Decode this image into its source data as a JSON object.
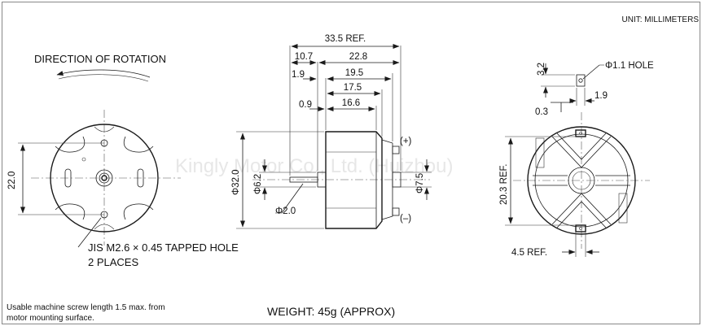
{
  "header": {
    "unit_label": "UNIT: MILLIMETERS"
  },
  "front_view": {
    "rotation_label": "DIRECTION OF ROTATION",
    "dim_height": "22.0",
    "hole_note_line1": "JIS M2.6 × 0.45 TAPPED HOLE",
    "hole_note_line2": "2 PLACES"
  },
  "side_view": {
    "dim_overall": "33.5 REF.",
    "dim_10_7": "10.7",
    "dim_22_8": "22.8",
    "dim_1_9": "1.9",
    "dim_19_5": "19.5",
    "dim_17_5": "17.5",
    "dim_0_9": "0.9",
    "dim_16_6": "16.6",
    "dia_body": "Φ32.0",
    "dia_boss": "Φ6.2",
    "dia_shaft": "Φ2.0",
    "dia_bearing": "Φ7.5",
    "terminal_pos": "(+)",
    "terminal_neg": "(–)"
  },
  "rear_view": {
    "dim_3_2": "3.2",
    "hole_label": "Φ1.1 HOLE",
    "dim_1_9": "1.9",
    "dim_0_3": "0.3",
    "dim_20_3": "20.3 REF.",
    "dim_4_5": "4.5 REF."
  },
  "footer": {
    "screw_note_line1": "Usable machine screw length 1.5 max. from",
    "screw_note_line2": "motor mounting surface.",
    "weight": "WEIGHT: 45g (APPROX)"
  },
  "watermark": "Kingly Motor Co., Ltd. (Huizhou)"
}
